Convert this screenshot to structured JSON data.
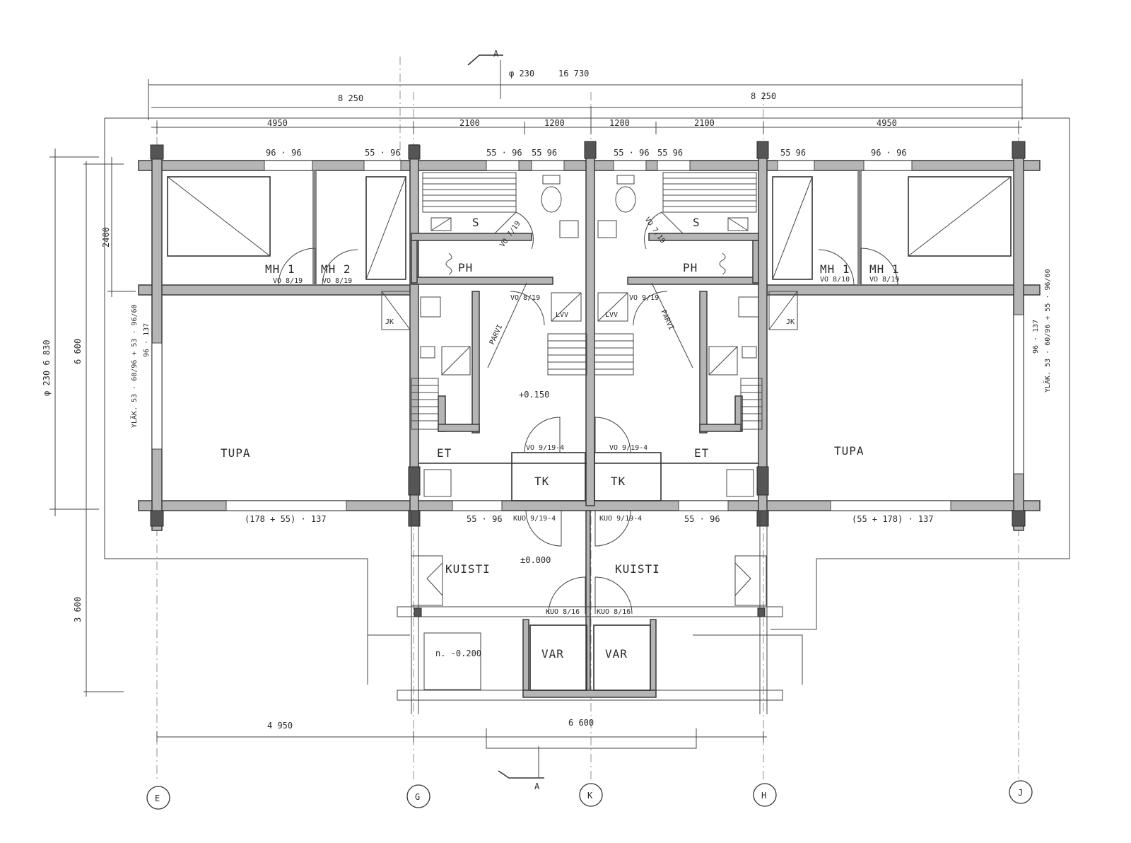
{
  "rooms": {
    "mh1_left": "MH 1",
    "mh2_left": "MH 2",
    "s_left": "S",
    "ph_left": "PH",
    "tupa_left": "TUPA",
    "et_left": "ET",
    "tk_left": "TK",
    "kuisti_left": "KUISTI",
    "var_left": "VAR",
    "s_right": "S",
    "ph_right": "PH",
    "mh1_right_a": "MH 1",
    "mh1_right_b": "MH 1",
    "tupa_right": "TUPA",
    "et_right": "ET",
    "tk_right": "TK",
    "kuisti_right": "KUISTI",
    "var_right": "VAR",
    "parvi_left": "PARVI",
    "parvi_right": "PARVI"
  },
  "doors": {
    "vo_mh1_left": "VO 8/19",
    "vo_mh2_left": "VO 8/19",
    "vo_s_left": "VO 7/19",
    "vo_ph_left": "VO 8/19",
    "vo_ph_right": "VO 9/19",
    "vo_s_right": "VO 7/19",
    "vo_mh1_right_a": "VO 8/10",
    "vo_mh1_right_b": "VO 8/19",
    "vo_et_left": "VO 9/19-4",
    "vo_et_right": "VO 9/19-4",
    "kuo_left": "KUO 9/19-4",
    "kuo_right": "KUO 9/19-4",
    "kuo_var_left": "KUO 8/16",
    "kuo_var_right": "KUO 8/16"
  },
  "dimensions": {
    "total": "16 730",
    "diam_top": "φ 230",
    "half_left": "8 250",
    "half_right": "8 250",
    "seg_4950_l": "4950",
    "seg_2100_l": "2100",
    "seg_1200_l": "1200",
    "seg_1200_r": "1200",
    "seg_2100_r": "2100",
    "seg_4950_r": "4950",
    "bottom_4950": "4 950",
    "bottom_6600": "6 600",
    "left_6830": "φ 230   6 830",
    "left_6600": "6 600",
    "left_2400": "2400",
    "left_3600": "3 600",
    "win_96_96_l": "96 · 96",
    "win_55_96_l1": "55 · 96",
    "win_55_96_l2": "55 · 96",
    "win_55_96_l3": "55 96",
    "win_55_96_r1": "55 · 96",
    "win_55_96_r2": "55 96",
    "win_55_96_r3": "55 96",
    "win_96_96_r": "96 · 96",
    "win_bottom_l": "(178 + 55) · 137",
    "win_bottom_r": "(55 + 178) · 137",
    "win_55_96_bl": "55 · 96",
    "win_55_96_br": "55 · 96",
    "side_left": "YLÄK. 53 · 60/96 + 53 · 96/60",
    "side_left_b": "96 · 137",
    "side_right": "YLÄK. 53 · 60/96 + 55 · 96/60",
    "side_right_b": "96 · 137",
    "level_et": "+0.150",
    "level_kuisti": "±0.000",
    "level_var": "n. -0.200",
    "lvv_l": "LVV",
    "lvv_r": "LVV",
    "jk_l": "JK",
    "jk_r": "JK"
  },
  "section_marks": {
    "top": "A",
    "bottom": "A"
  },
  "axes": {
    "e": "E",
    "g": "G",
    "k": "K",
    "h": "H",
    "j": "J"
  }
}
